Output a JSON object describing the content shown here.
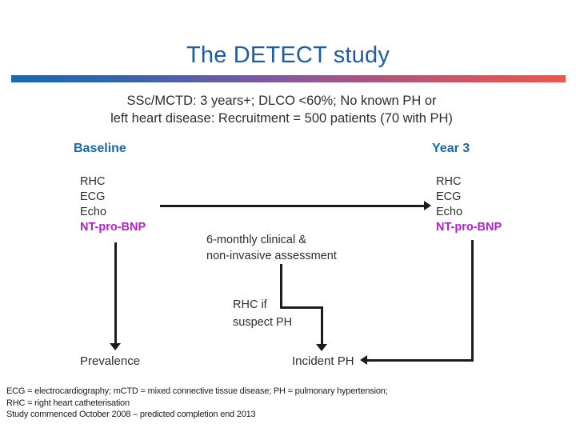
{
  "colors": {
    "title_blue": "#1d5ca8",
    "section_label_blue": "#176aa5",
    "biomarker_magenta": "#b31ed0",
    "bar_gradient_left": "#1c67b0",
    "bar_gradient_mid": "#7b59a3",
    "bar_gradient_right": "#ea5650",
    "line_black": "#1c1c1c"
  },
  "header": {
    "title": "The DETECT study"
  },
  "intro": {
    "line1": "SSc/MCTD: 3 years+; DLCO <60%; No known PH or",
    "line2": "left heart disease: Recruitment = 500 patients (70 with PH)"
  },
  "timeline": {
    "baseline_label": "Baseline",
    "year3_label": "Year 3"
  },
  "columns": {
    "baseline": [
      "RHC",
      "ECG",
      "Echo",
      "NT-pro-BNP"
    ],
    "year3": [
      "RHC",
      "ECG",
      "Echo",
      "NT-pro-BNP"
    ]
  },
  "flow": {
    "assessment_line1": "6-monthly clinical &",
    "assessment_line2": "non-invasive assessment",
    "rhc_line1": "RHC if",
    "rhc_line2": "suspect PH",
    "prevalence_label": "Prevalence",
    "incident_label": "Incident PH"
  },
  "footnotes": {
    "line1": "ECG = electrocardiography; mCTD = mixed connective tissue disease; PH = pulmonary hypertension;",
    "line2": "RHC = right heart catheterisation",
    "line3": "Study commenced October 2008 – predicted completion end 2013"
  }
}
